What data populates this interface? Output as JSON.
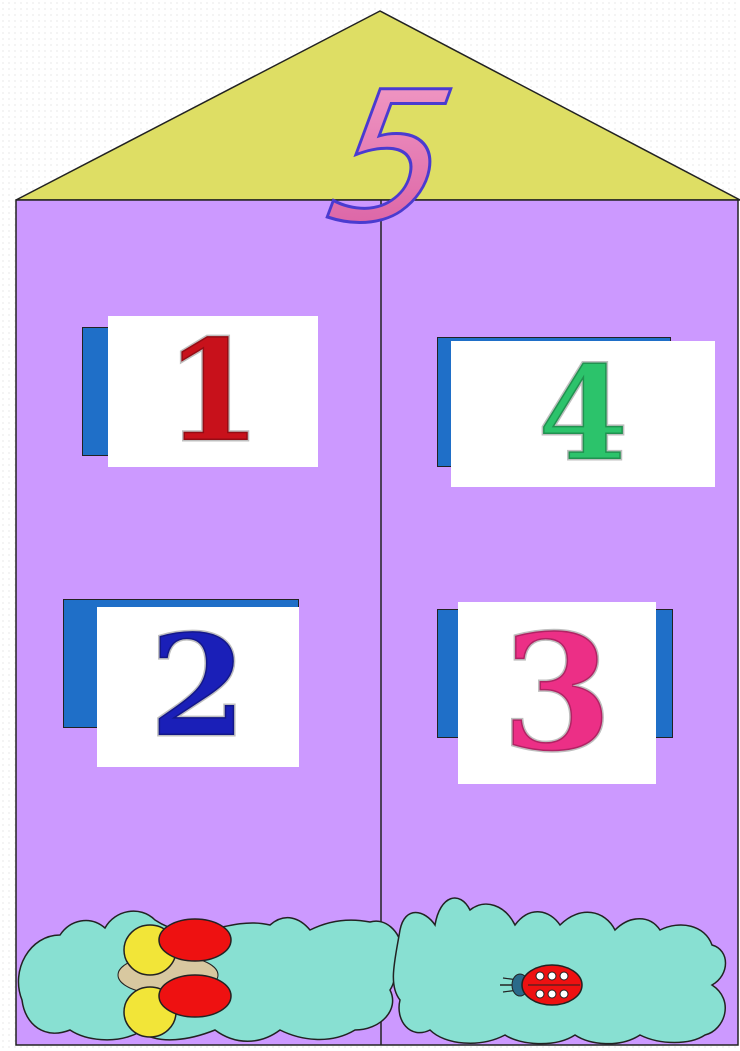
{
  "roof_number": "5",
  "cards": [
    {
      "id": "one",
      "digit": "1",
      "color": "#c8111b"
    },
    {
      "id": "four",
      "digit": "4",
      "color": "#2cc36b"
    },
    {
      "id": "two",
      "digit": "2",
      "color": "#1a1fb8"
    },
    {
      "id": "three",
      "digit": "3",
      "color": "#ec2f86"
    }
  ],
  "colors": {
    "roof": "#dede64",
    "wall": "#cc99ff",
    "card_backing": "#1f6fc8",
    "bush": "#88e0d2",
    "roof_number_fill": "#e47fb6",
    "roof_number_outline": "#4a3bd0"
  },
  "icons": [
    "flower-icon",
    "ladybug-icon"
  ]
}
